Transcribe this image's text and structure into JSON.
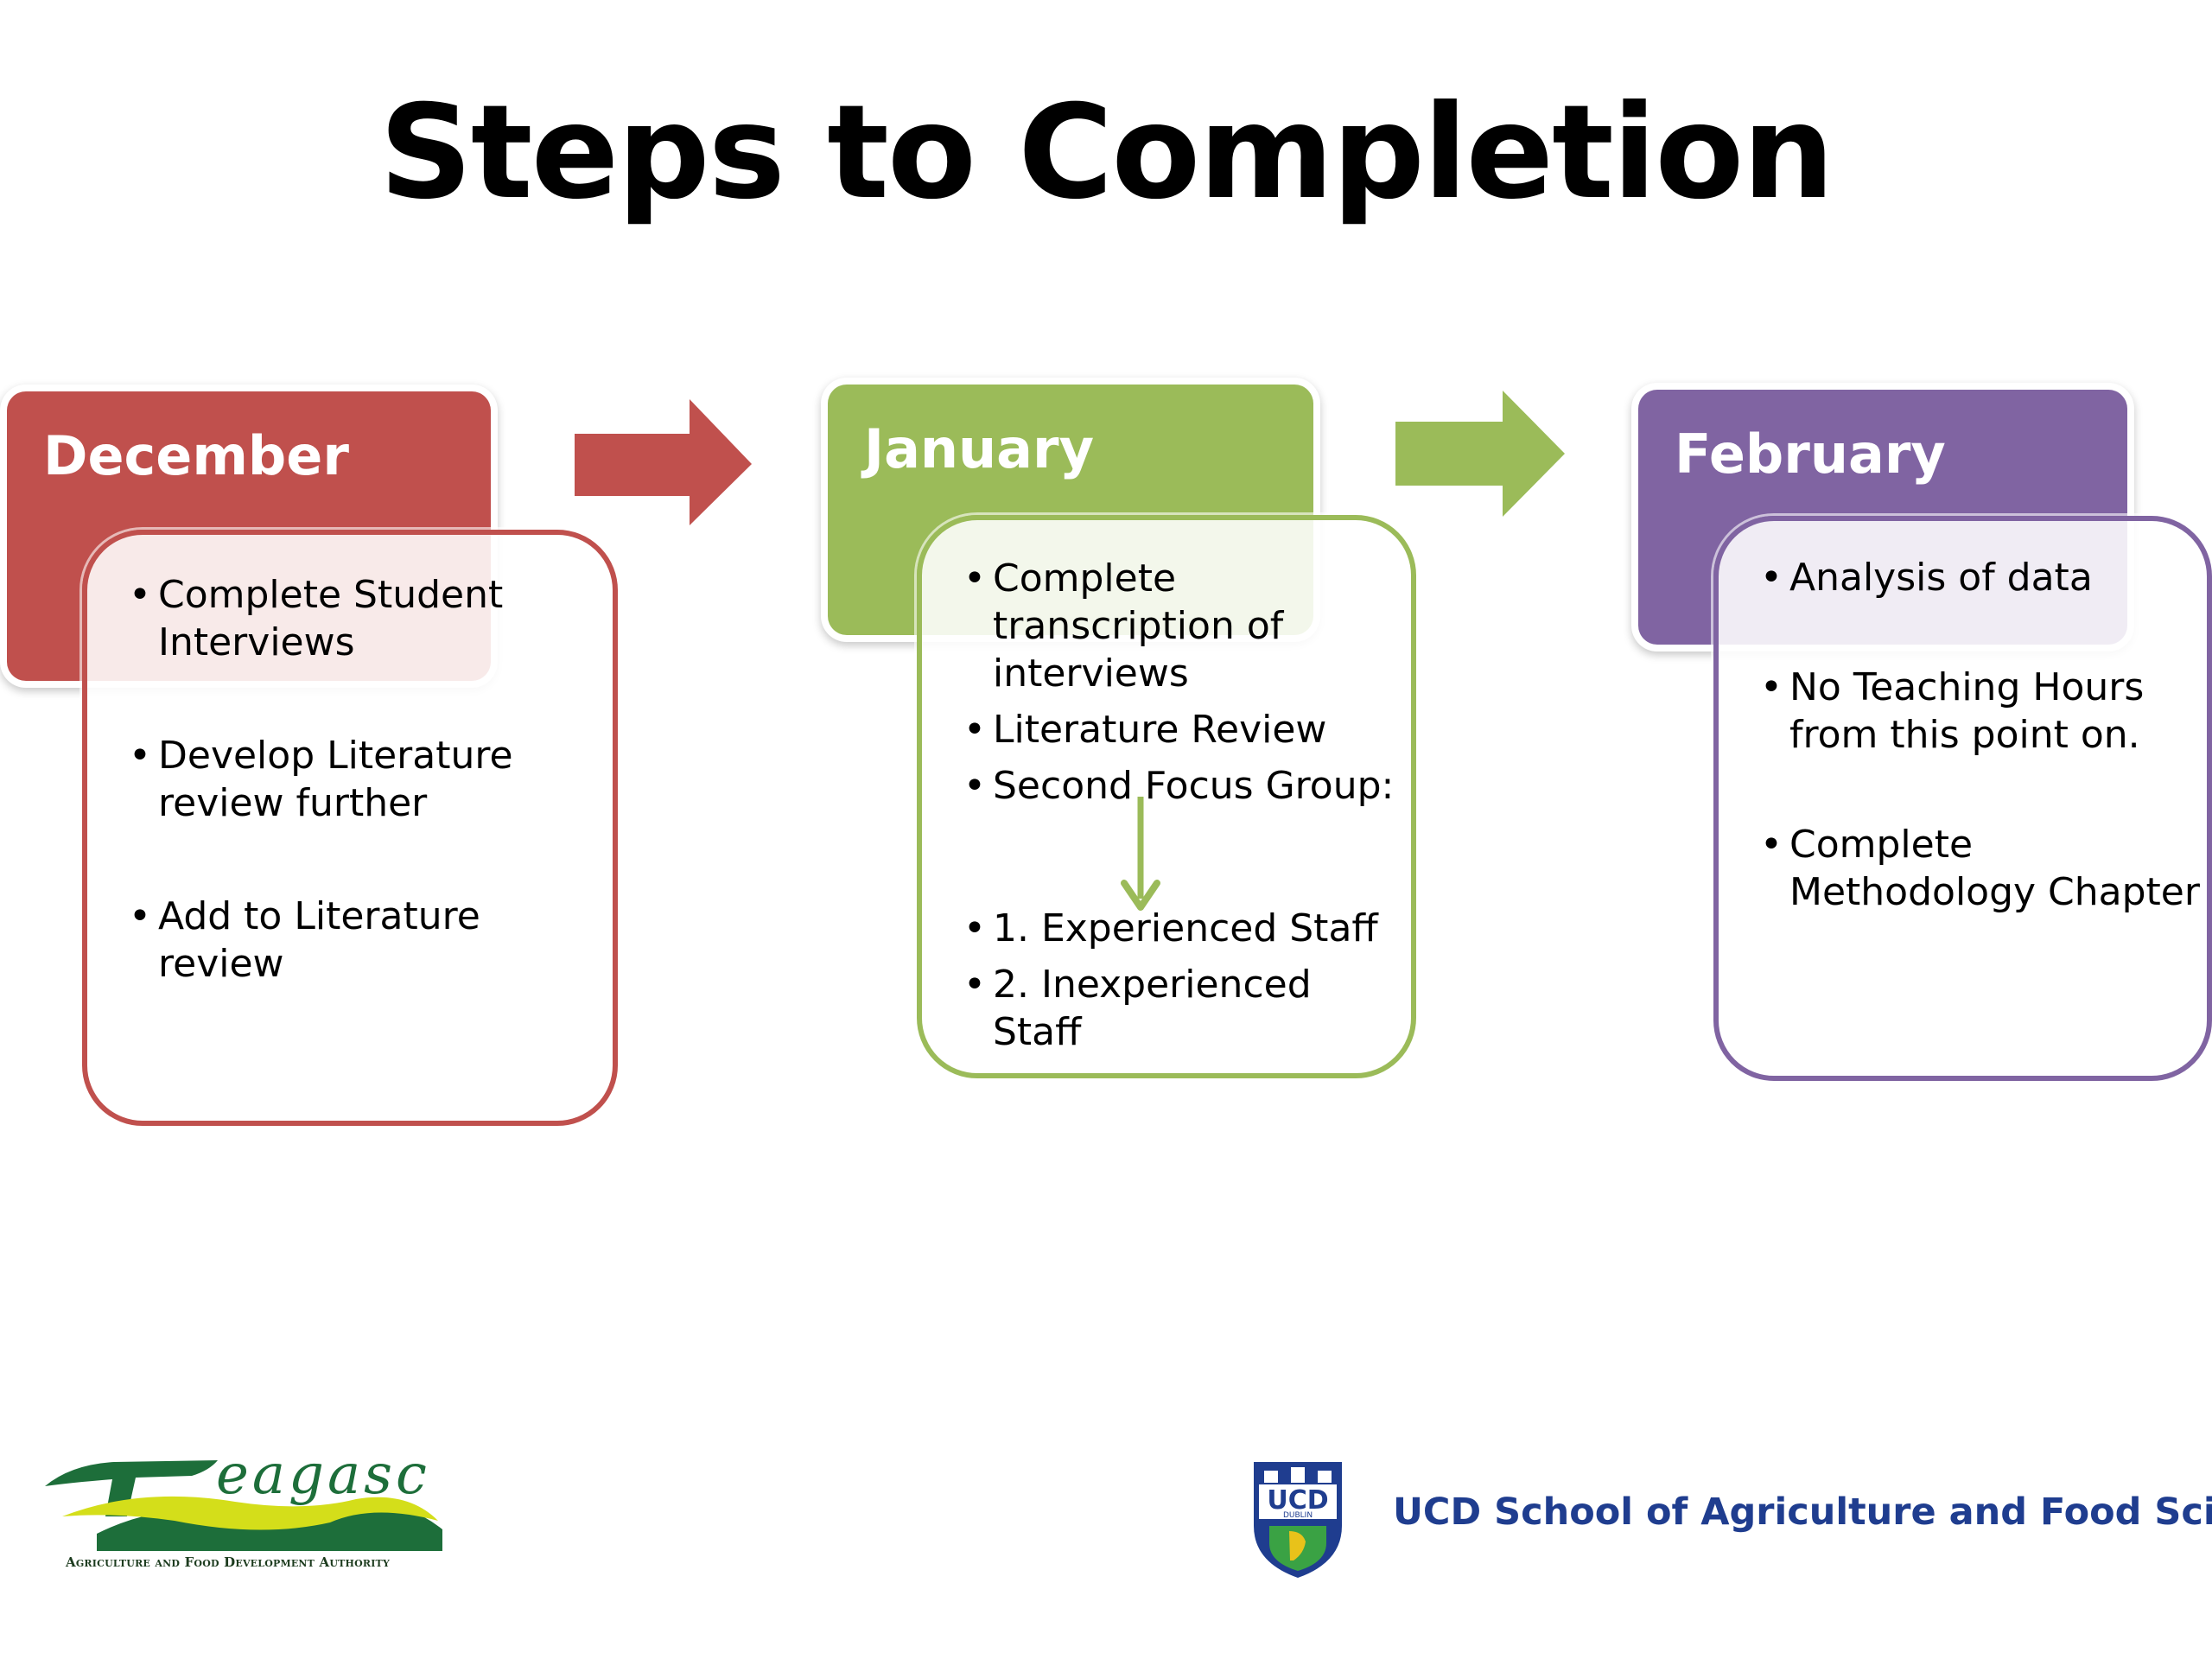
{
  "title": "Steps to Completion",
  "colors": {
    "december": "#c0504d",
    "january": "#9bbb59",
    "february": "#8064a2",
    "ucd_blue": "#1f3d8f",
    "teagasc_green": "#1d6e3a"
  },
  "steps": [
    {
      "month": "December",
      "items": [
        "Complete Student Interviews",
        "Develop Literature review further",
        "Add to Literature review"
      ]
    },
    {
      "month": "January",
      "items": [
        "Complete transcription of interviews",
        "Literature Review",
        "Second Focus Group:",
        "1. Experienced Staff",
        "2. Inexperienced Staff"
      ]
    },
    {
      "month": "February",
      "items": [
        "Analysis  of data",
        "No Teaching Hours from this point on.",
        "Complete Methodology Chapter"
      ]
    }
  ],
  "footer": {
    "teagasc_name": "eagasc",
    "teagasc_tagline": "Agriculture and Food Development Authority",
    "ucd_crest_text": "UCD",
    "ucd_crest_sub": "DUBLIN",
    "ucd_school": "UCD School of Agriculture and Food Science"
  }
}
